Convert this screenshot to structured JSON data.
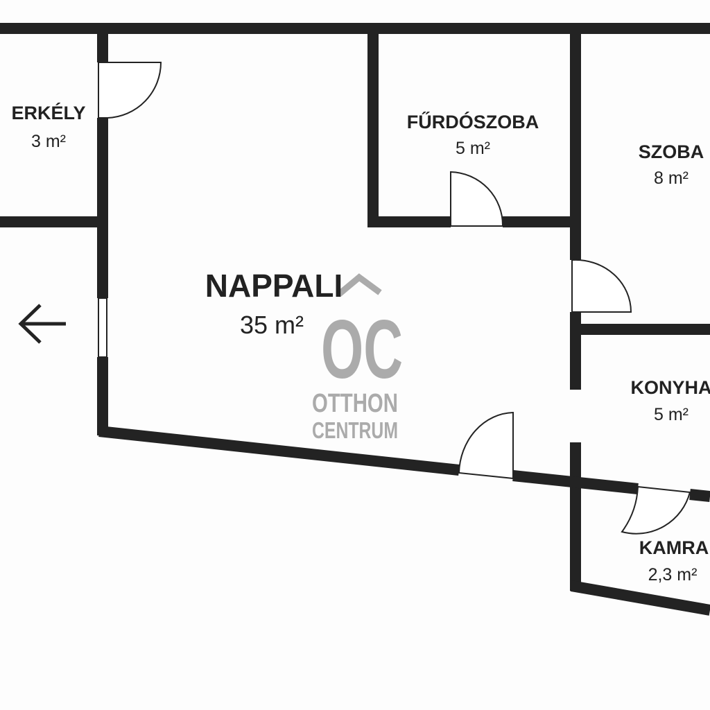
{
  "rooms": {
    "erkely": {
      "name": "ERKÉLY",
      "area": "3 m²"
    },
    "furdoszoba": {
      "name": "FŰRDÓSZOBA",
      "area": "5 m²"
    },
    "szoba": {
      "name": "SZOBA",
      "area": "8 m²"
    },
    "nappali": {
      "name": "NAPPALI",
      "area": "35 m²"
    },
    "konyha": {
      "name": "KONYHA",
      "area": "5 m²"
    },
    "kamra": {
      "name": "KAMRA",
      "area": "2,3 m²"
    }
  },
  "logo": {
    "mark": "OC",
    "line1": "OTTHON",
    "line2": "CENTRUM"
  },
  "colors": {
    "wall": "#232323",
    "logo": "#ababab",
    "background": "#fdfdfd"
  },
  "icons": {
    "entrance": "arrow-left-icon"
  }
}
